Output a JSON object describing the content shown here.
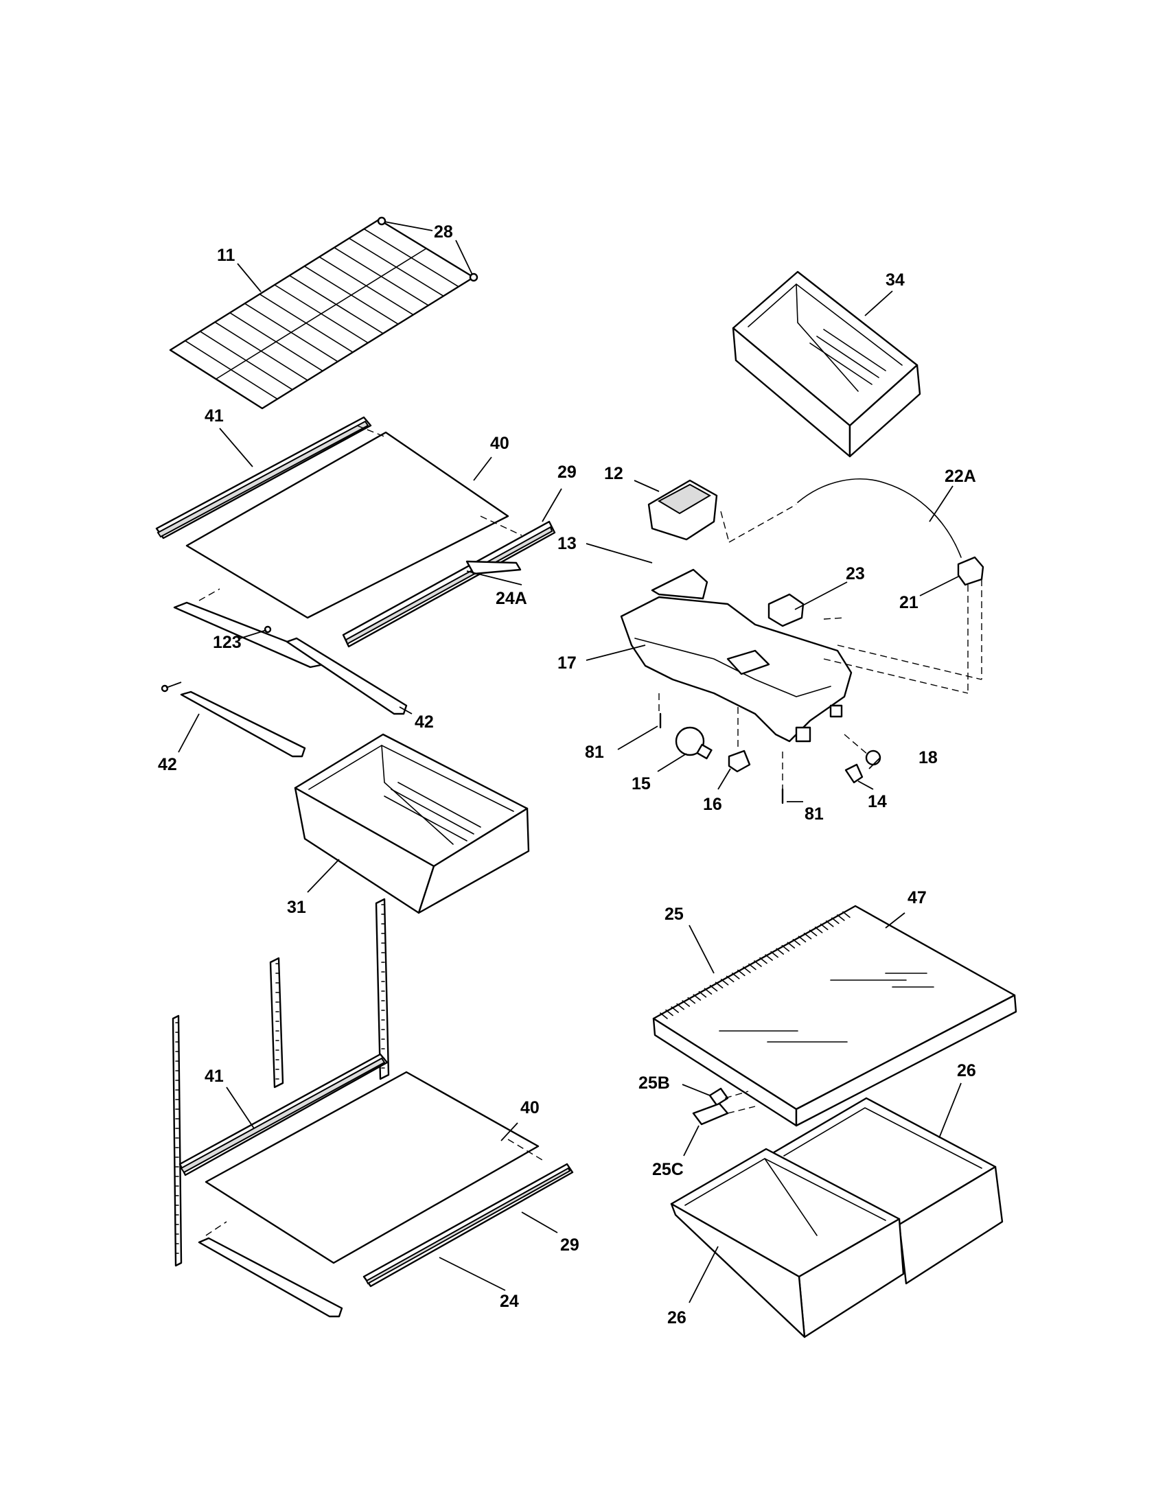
{
  "colors": {
    "line": "#000000",
    "background": "#ffffff",
    "shade": "#dcdcdc"
  },
  "callouts": {
    "c11": "11",
    "c28": "28",
    "c34": "34",
    "c41a": "41",
    "c40a": "40",
    "c29a": "29",
    "c12": "12",
    "c22a": "22A",
    "c13": "13",
    "c23": "23",
    "c21": "21",
    "c24a": "24A",
    "c17": "17",
    "c123": "123",
    "c42a": "42",
    "c42b": "42",
    "c81a": "81",
    "c18": "18",
    "c15": "15",
    "c16": "16",
    "c14": "14",
    "c81b": "81",
    "c31": "31",
    "c25": "25",
    "c47": "47",
    "c41b": "41",
    "c40b": "40",
    "c25b": "25B",
    "c26a": "26",
    "c25c": "25C",
    "c29b": "29",
    "c24": "24",
    "c26b": "26"
  }
}
